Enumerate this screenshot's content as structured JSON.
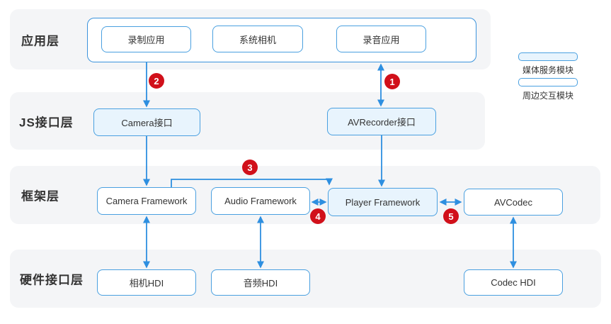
{
  "diagram": {
    "layers": {
      "application": "应用层",
      "js_interface": "JS接口层",
      "framework": "框架层",
      "hardware_interface": "硬件接口层"
    },
    "nodes": {
      "recording_app": "录制应用",
      "system_camera": "系统相机",
      "audio_recording_app": "录音应用",
      "camera_api": "Camera接口",
      "avrecorder_api": "AVRecorder接口",
      "camera_framework": "Camera Framework",
      "audio_framework": "Audio Framework",
      "player_framework": "Player Framework",
      "avcodec": "AVCodec",
      "camera_hdi": "相机HDI",
      "audio_hdi": "音频HDI",
      "codec_hdi": "Codec HDI"
    },
    "badges": [
      "1",
      "2",
      "3",
      "4",
      "5"
    ],
    "legend": {
      "media_service": "媒体服务模块",
      "peripheral_interaction": "周边交互模块"
    },
    "colors": {
      "line_blue": "#2e8fe0",
      "box_border_blue": "#4aa0e0",
      "tint_fill": "#e8f4fd",
      "band_gray": "#f4f5f7",
      "badge_red": "#d1101a",
      "text": "#333333"
    }
  }
}
